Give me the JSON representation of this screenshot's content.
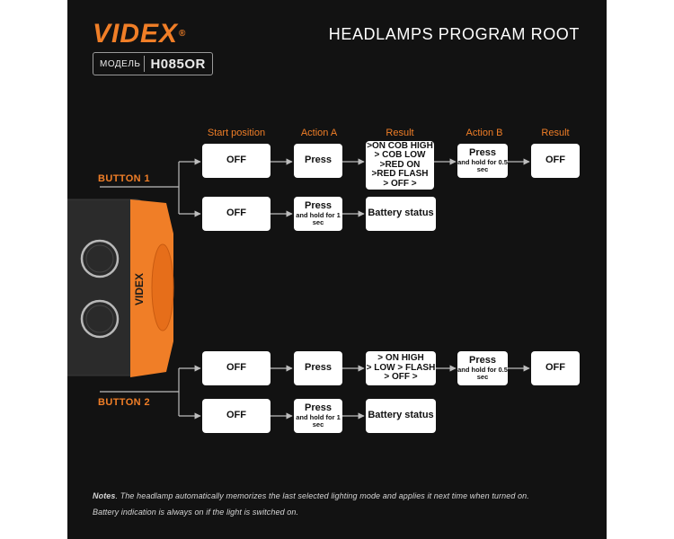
{
  "brand": {
    "name": "VIDEX",
    "reg_mark": "®"
  },
  "model": {
    "label": "МОДЕЛЬ",
    "value": "H085OR"
  },
  "title": "HEADLAMPS PROGRAM ROOT",
  "device_logo": "VIDEX",
  "columns": {
    "start": "Start position",
    "action_a": "Action A",
    "result_1": "Result",
    "action_b": "Action B",
    "result_2": "Result"
  },
  "button1": {
    "label": "BUTTON 1",
    "row1": {
      "start": "OFF",
      "action": "Press",
      "result": [
        ">ON COB HIGH",
        "> COB LOW",
        ">RED ON",
        ">RED FLASH",
        "> OFF >"
      ],
      "action_b_main": "Press",
      "action_b_sub": "and hold for 0.5 sec",
      "final": "OFF"
    },
    "row2": {
      "start": "OFF",
      "action_main": "Press",
      "action_sub": "and hold for 1 sec",
      "result": "Battery status"
    }
  },
  "button2": {
    "label": "BUTTON 2",
    "row1": {
      "start": "OFF",
      "action": "Press",
      "result": [
        "> ON HIGH",
        "> LOW > FLASH",
        "> OFF >"
      ],
      "action_b_main": "Press",
      "action_b_sub": "and hold for 0.5 sec",
      "final": "OFF"
    },
    "row2": {
      "start": "OFF",
      "action_main": "Press",
      "action_sub": "and hold for 1 sec",
      "result": "Battery status"
    }
  },
  "notes": {
    "label": "Notes",
    "line1": ". The headlamp automatically memorizes the last selected lighting mode and applies it next time when turned on.",
    "line2": "Battery indication is always on if the light is switched on."
  },
  "colors": {
    "accent": "#f07e27",
    "background": "#121212",
    "box": "#ffffff",
    "line": "#bdbdbd"
  }
}
